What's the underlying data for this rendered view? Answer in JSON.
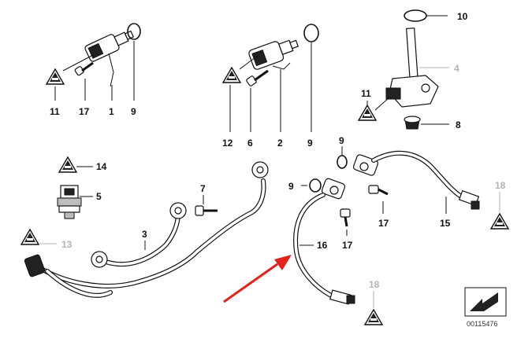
{
  "diagram": {
    "reference_number": "00115476",
    "callouts": {
      "c1": "1",
      "c2": "2",
      "c3": "3",
      "c4": "4",
      "c5": "5",
      "c6": "6",
      "c8": "8",
      "c7": "7",
      "c9a": "9",
      "c9b": "9",
      "c9c": "9",
      "c9d": "9",
      "c10": "10",
      "c11a": "11",
      "c11b": "11",
      "c12": "12",
      "c13": "13",
      "c14": "14",
      "c15": "15",
      "c16": "16",
      "c17a": "17",
      "c17b": "17",
      "c17c": "17",
      "c18a": "18",
      "c18b": "18"
    },
    "colors": {
      "callout": "#111111",
      "callout_inactive": "#b3b3b3",
      "arrow": "#e32119"
    },
    "icons": [
      "warning-triangle-icon",
      "red-arrow-icon",
      "reference-arrow-icon"
    ]
  }
}
